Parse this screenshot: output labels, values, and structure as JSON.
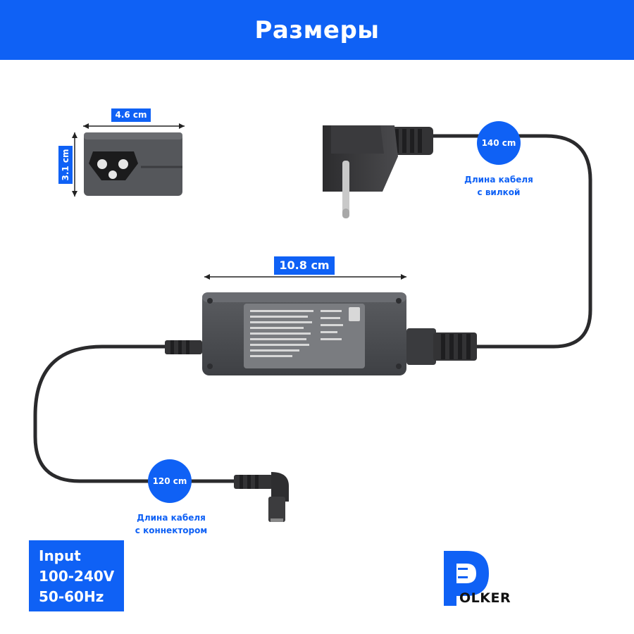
{
  "header": {
    "title": "Размеры"
  },
  "dimensions": {
    "plug_width": "4.6 cm",
    "plug_height": "3.1 cm",
    "adapter_length": "10.8 cm"
  },
  "cables": {
    "plug_cable_length": "140 cm",
    "plug_cable_caption_line1": "Длина кабеля",
    "plug_cable_caption_line2": "с вилкой",
    "connector_cable_length": "120 cm",
    "connector_cable_caption_line1": "Длина кабеля",
    "connector_cable_caption_line2": "с коннектором"
  },
  "input_spec": {
    "label": "Input",
    "voltage": "100-240V",
    "frequency": "50-60Hz"
  },
  "brand": {
    "logo_letter": "P",
    "name": "OLKER"
  },
  "colors": {
    "accent": "#0f61f5",
    "device": "#4d4f53",
    "cable": "#2a2a2c"
  }
}
